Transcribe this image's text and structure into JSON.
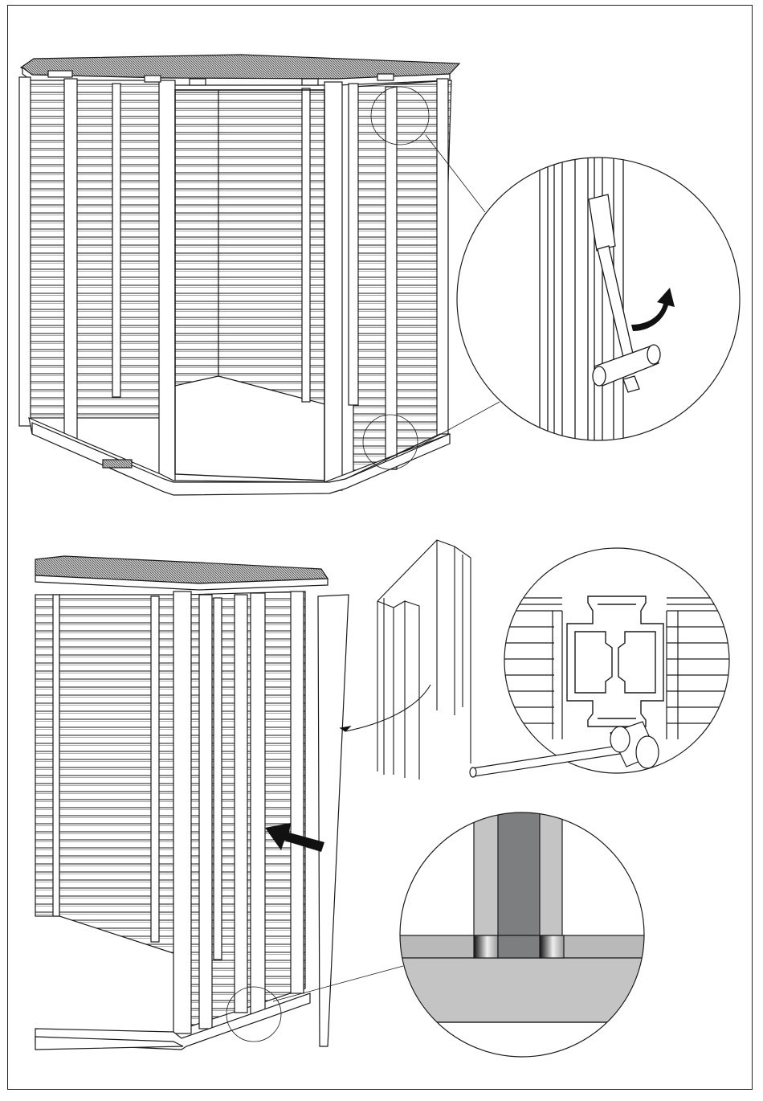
{
  "document": {
    "colors": {
      "line": "#1a1a1a",
      "paper": "#ffffff",
      "light_gray": "#c4c4c4",
      "mid_gray": "#b9b9b9",
      "dark_gray": "#7d7e80",
      "arrow": "#111111"
    },
    "step_top": {
      "callouts": [
        "upper-post-detail",
        "lower-post-detail"
      ],
      "action_arrow_icon": "curved-arrow-icon",
      "tool_icon": "mallet-icon"
    },
    "step_bottom": {
      "callouts": [
        "profile-cross-section",
        "base-joint-detail"
      ],
      "action_arrow_icon": "insert-arrow-icon",
      "tool_icon": "mallet-icon"
    }
  }
}
